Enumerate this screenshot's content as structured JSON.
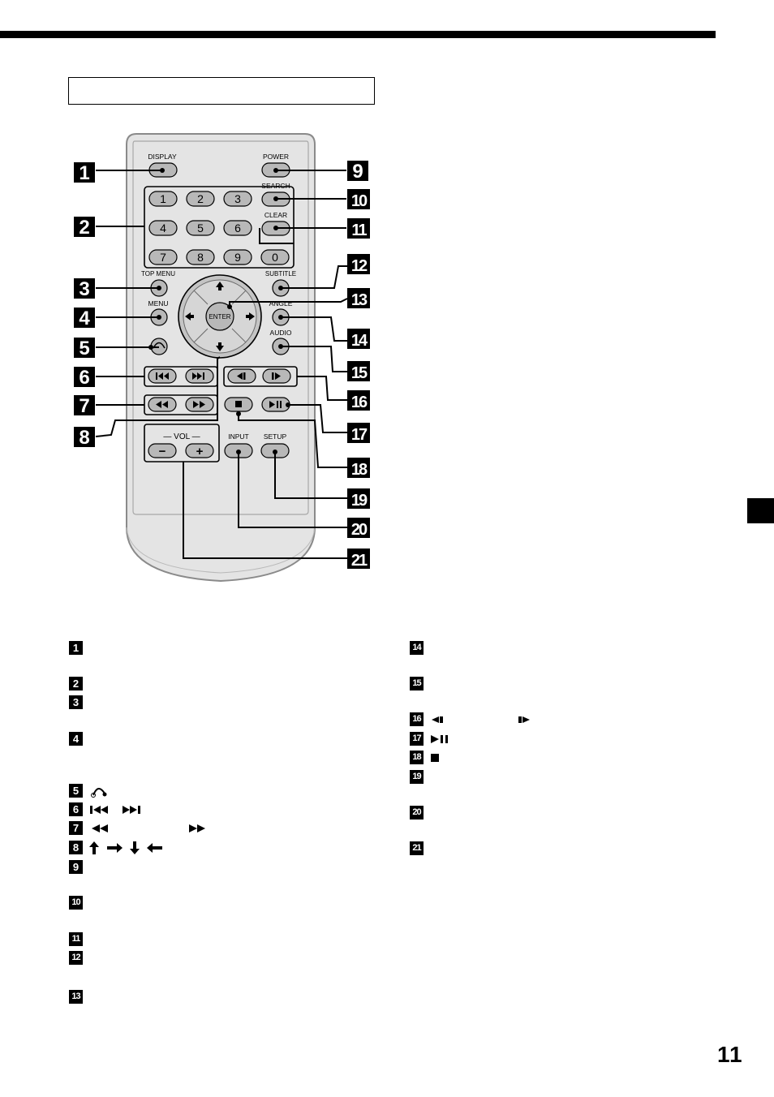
{
  "page_number": "11",
  "remote": {
    "buttons": {
      "display": "DISPLAY",
      "power": "POWER",
      "search": "SEARCH",
      "clear": "CLEAR",
      "top_menu": "TOP MENU",
      "subtitle": "SUBTITLE",
      "menu": "MENU",
      "angle": "ANGLE",
      "audio": "AUDIO",
      "enter": "ENTER",
      "vol": "VOL",
      "input": "INPUT",
      "setup": "SETUP",
      "minus": "−",
      "plus": "+"
    },
    "numbers": [
      "1",
      "2",
      "3",
      "4",
      "5",
      "6",
      "7",
      "8",
      "9",
      "0"
    ]
  },
  "callouts": [
    "1",
    "2",
    "3",
    "4",
    "5",
    "6",
    "7",
    "8",
    "9",
    "10",
    "11",
    "12",
    "13",
    "14",
    "15",
    "16",
    "17",
    "18",
    "19",
    "20",
    "21"
  ],
  "legend": {
    "left": [
      "1",
      "2",
      "3",
      "4",
      "5",
      "6",
      "7",
      "8",
      "9",
      "10",
      "11",
      "12",
      "13"
    ],
    "right": [
      "14",
      "15",
      "16",
      "17",
      "18",
      "19",
      "20",
      "21"
    ]
  }
}
